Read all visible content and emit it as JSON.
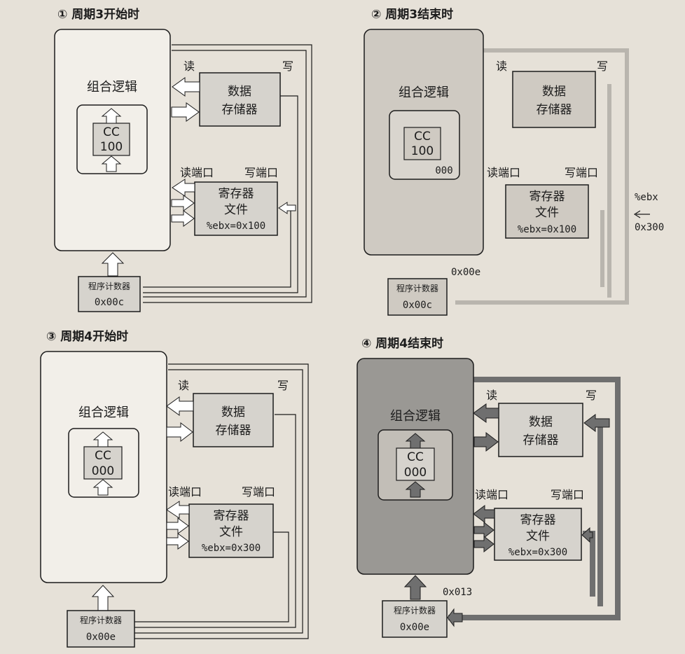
{
  "panels": [
    {
      "title": "① 周期3开始时",
      "logic_label": "组合逻辑",
      "cc_title": "CC",
      "cc_value": "100",
      "cc_pending": "",
      "mem_line1": "数据",
      "mem_line2": "存储器",
      "read": "读",
      "write": "写",
      "read_port": "读端口",
      "write_port": "写端口",
      "reg_line1": "寄存器",
      "reg_line2": "文件",
      "reg_value": "%ebx=0x100",
      "pc_label": "程序计数器",
      "pc_value": "0x00c",
      "pc_next": "",
      "ebx_label": "",
      "ebx_value": ""
    },
    {
      "title": "② 周期3结束时",
      "logic_label": "组合逻辑",
      "cc_title": "CC",
      "cc_value": "100",
      "cc_pending": "000",
      "mem_line1": "数据",
      "mem_line2": "存储器",
      "read": "读",
      "write": "写",
      "read_port": "读端口",
      "write_port": "写端口",
      "reg_line1": "寄存器",
      "reg_line2": "文件",
      "reg_value": "%ebx=0x100",
      "pc_label": "程序计数器",
      "pc_value": "0x00c",
      "pc_next": "0x00e",
      "ebx_label": "%ebx",
      "ebx_value": "0x300"
    },
    {
      "title": "③ 周期4开始时",
      "logic_label": "组合逻辑",
      "cc_title": "CC",
      "cc_value": "000",
      "cc_pending": "",
      "mem_line1": "数据",
      "mem_line2": "存储器",
      "read": "读",
      "write": "写",
      "read_port": "读端口",
      "write_port": "写端口",
      "reg_line1": "寄存器",
      "reg_line2": "文件",
      "reg_value": "%ebx=0x300",
      "pc_label": "程序计数器",
      "pc_value": "0x00e",
      "pc_next": "",
      "ebx_label": "",
      "ebx_value": ""
    },
    {
      "title": "④ 周期4结束时",
      "logic_label": "组合逻辑",
      "cc_title": "CC",
      "cc_value": "000",
      "cc_pending": "",
      "mem_line1": "数据",
      "mem_line2": "存储器",
      "read": "读",
      "write": "写",
      "read_port": "读端口",
      "write_port": "写端口",
      "reg_line1": "寄存器",
      "reg_line2": "文件",
      "reg_value": "%ebx=0x300",
      "pc_label": "程序计数器",
      "pc_value": "0x00e",
      "pc_next": "0x013",
      "ebx_label": "",
      "ebx_value": ""
    }
  ],
  "colors": {
    "page": "#e6e1d8",
    "box_light": "#f2efe9",
    "box_shaded": "#cfcac2",
    "box_dark": "#9a9894",
    "unit": "#d6d3cd",
    "arrow_light": "#ffffff",
    "arrow_dark": "#6f6f6f",
    "stroke": "#1c1c1c"
  }
}
